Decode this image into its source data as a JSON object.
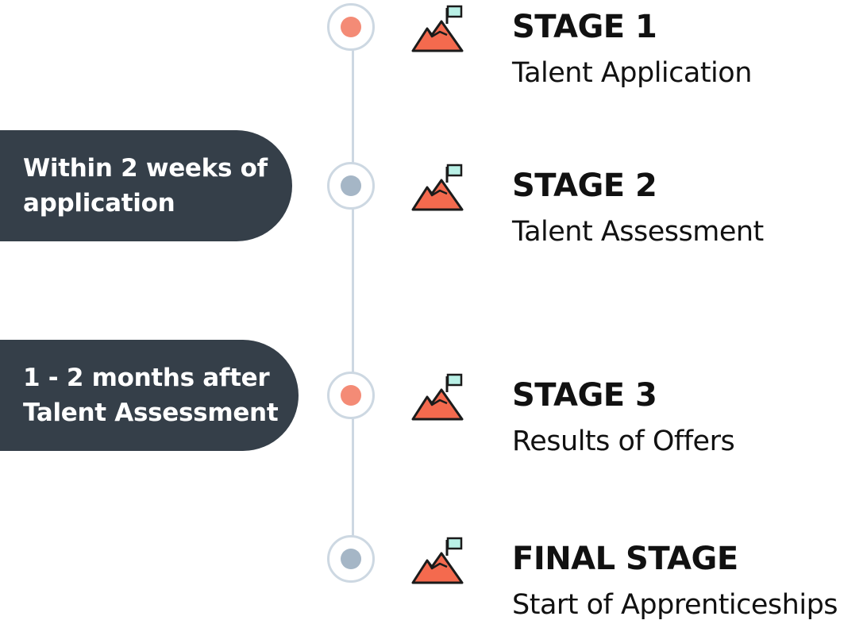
{
  "colors": {
    "line": "#cdd8e2",
    "dot_active": "#f48b76",
    "dot_inactive": "#a5b6c6",
    "pill_bg": "#353f49",
    "mountain": "#f46a4e",
    "flag": "#b9f0e6"
  },
  "icons": [
    "mountain-flag-icon",
    "mountain-flag-icon",
    "mountain-flag-icon",
    "mountain-flag-icon"
  ],
  "stages": [
    {
      "title": "STAGE 1",
      "subtitle": "Talent Application",
      "dot": "active"
    },
    {
      "title": "STAGE 2",
      "subtitle": "Talent Assessment",
      "dot": "inactive"
    },
    {
      "title": "STAGE 3",
      "subtitle": "Results of Offers",
      "dot": "active"
    },
    {
      "title": "FINAL STAGE",
      "subtitle": "Start of Apprenticeships",
      "dot": "inactive"
    }
  ],
  "durations": [
    {
      "line1": "Within 2 weeks of",
      "line2": "application"
    },
    {
      "line1": "1 - 2 months after",
      "line2": "Talent Assessment"
    }
  ]
}
